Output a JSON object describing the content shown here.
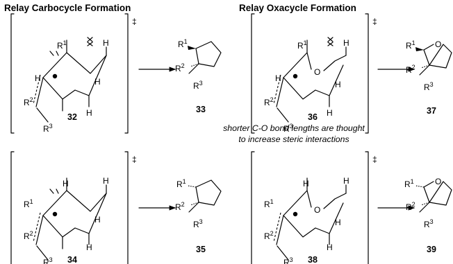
{
  "titles": {
    "carbocycle": "Relay Carbocycle Formation",
    "oxacycle": "Relay Oxacycle Formation"
  },
  "note": {
    "line1": "shorter C-O bond lengths are thought",
    "line2": "to increase steric interactions"
  },
  "symbols": {
    "dagger": "‡",
    "clash": "⁆⁅"
  },
  "labels": {
    "R1": "R",
    "R2": "R",
    "R3": "R",
    "sup1": "1",
    "sup2": "2",
    "sup3": "3",
    "H": "H",
    "O": "O"
  },
  "compounds": [
    "32",
    "33",
    "36",
    "37",
    "34",
    "35",
    "38",
    "39"
  ]
}
